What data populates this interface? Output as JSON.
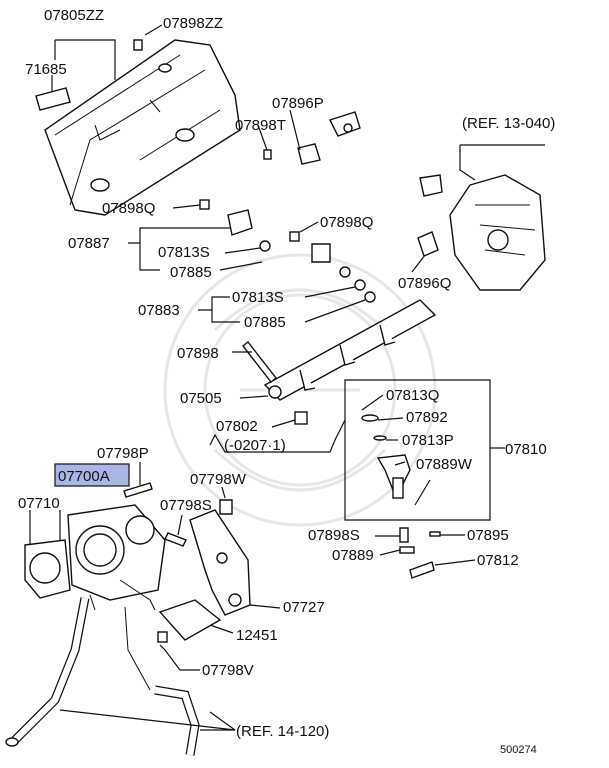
{
  "labels": {
    "p07805ZZ": "07805ZZ",
    "p07898ZZ": "07898ZZ",
    "p71685": "71685",
    "p07896P": "07896P",
    "p07898T": "07898T",
    "ref13040": "(REF.  13-040)",
    "p07898Q_a": "07898Q",
    "p07887": "07887",
    "p07813S_a": "07813S",
    "p07898Q_b": "07898Q",
    "p07885_a": "07885",
    "p07896Q": "07896Q",
    "p07883": "07883",
    "p07813S_b": "07813S",
    "p07885_b": "07885",
    "p07898": "07898",
    "p07505": "07505",
    "p07813Q": "07813Q",
    "p07892": "07892",
    "p07802": "07802",
    "range0207": "(-0207·1)",
    "p07813P": "07813P",
    "p07810": "07810",
    "p07798P": "07798P",
    "p07889W": "07889W",
    "p07700A": "07700A",
    "p07798W": "07798W",
    "p07710": "07710",
    "p07798S": "07798S",
    "p07898S": "07898S",
    "p07895": "07895",
    "p07889": "07889",
    "p07812": "07812",
    "p07727": "07727",
    "p12451": "12451",
    "p07798V": "07798V",
    "ref14120": "(REF. 14-120)",
    "diagramNo": "500274"
  },
  "highlight_color": "#aab6e6"
}
